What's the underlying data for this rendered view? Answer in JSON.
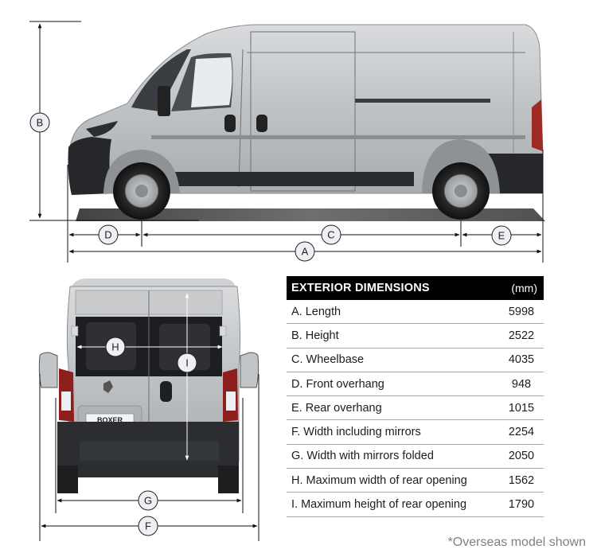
{
  "table": {
    "title": "EXTERIOR DIMENSIONS",
    "unit": "(mm)",
    "rows": [
      {
        "label": "A. Length",
        "value": "5998"
      },
      {
        "label": "B. Height",
        "value": "2522"
      },
      {
        "label": "C. Wheelbase",
        "value": "4035"
      },
      {
        "label": "D. Front overhang",
        "value": "948"
      },
      {
        "label": "E. Rear overhang",
        "value": "1015"
      },
      {
        "label": "F. Width including mirrors",
        "value": "2254"
      },
      {
        "label": "G. Width with mirrors folded",
        "value": "2050"
      },
      {
        "label": "H. Maximum width of rear opening",
        "value": "1562"
      },
      {
        "label": "I. Maximum height of rear opening",
        "value": "1790"
      }
    ]
  },
  "markers": {
    "A": "A",
    "B": "B",
    "C": "C",
    "D": "D",
    "E": "E",
    "F": "F",
    "G": "G",
    "H": "H",
    "I": "I"
  },
  "van": {
    "plate": "BOXER"
  },
  "footnote": "*Overseas model shown",
  "colors": {
    "header_bg": "#000000",
    "header_text": "#ffffff",
    "divider": "#a9a9a9",
    "footnote": "#808080",
    "marker_fill": "#eef0f5"
  }
}
